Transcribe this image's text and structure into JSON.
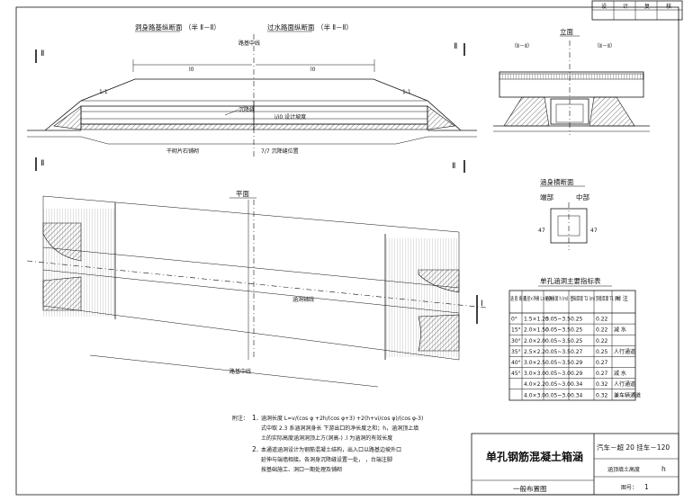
{
  "header_box": {
    "cells": [
      "设",
      "计",
      "复",
      "核"
    ]
  },
  "elevation": {
    "left_title": "洞身路基纵断面",
    "left_title_sub": "（半 Ⅱ－Ⅱ）",
    "right_title": "过水路面纵断面",
    "right_title_sub": "（半 Ⅱ－Ⅱ）",
    "section_marks": [
      "Ⅱ",
      "Ⅱ",
      "Ⅱ",
      "Ⅱ"
    ],
    "dims": [
      "l0",
      "l0"
    ],
    "slope_left": "1:1",
    "slope_right": "1:1",
    "notes": [
      "路基中线",
      "沉降缝",
      "i/i0 设计坡度",
      "干砌片石铺砌",
      "7/7 沉降缝位置"
    ]
  },
  "front_view": {
    "title": "立面",
    "left_label": "（Ⅱ－Ⅱ）",
    "right_label": "（Ⅱ－Ⅱ）"
  },
  "section_detail": {
    "title": "涵身横断面",
    "left_label": "端部",
    "right_label": "中部",
    "dims": [
      "47",
      "47"
    ]
  },
  "plan": {
    "title": "平面",
    "section_mark": "Ⅰ",
    "note": "涵洞轴线",
    "bottom_note": "路基中线"
  },
  "table": {
    "title": "单孔涵洞主要指标表",
    "headers": [
      "涵 底 坡 度",
      "孔径×净高 L×H (m)",
      "涵洞长度 h (m)",
      "基础厚度 T2 (m)",
      "顶板厚度 T1 (m)",
      "附 注"
    ],
    "rows": [
      [
        "0°",
        "1.5×1.25",
        "0.05~3.5",
        "0.25",
        "0.22",
        ""
      ],
      [
        "15°",
        "2.0×1.50",
        "0.05~3.5",
        "0.25",
        "0.22",
        "减 水"
      ],
      [
        "30°",
        "2.0×2.0",
        "0.05~3.5",
        "0.25",
        "0.22",
        ""
      ],
      [
        "35°",
        "2.5×2.2",
        "0.05~3.5",
        "0.27",
        "0.25",
        "人行通道"
      ],
      [
        "40°",
        "3.0×2.5",
        "0.05~3.5",
        "0.29",
        "0.27",
        ""
      ],
      [
        "45°",
        "3.0×3.0",
        "0.05~3.0",
        "0.29",
        "0.27",
        "减 水"
      ],
      [
        "",
        "4.0×2.2",
        "0.05~3.0",
        "0.34",
        "0.32",
        "人行通道"
      ],
      [
        "",
        "4.0×3.0",
        "0.05~3.0",
        "0.34",
        "0.32",
        "兼车辆通道"
      ]
    ]
  },
  "notes": {
    "label": "附注：",
    "line1_num": "1.",
    "line1": "涵洞长度  L=v/(cos φ +2h/(cos φ+3) +2(h+vi/cos φ)/(cos φ-3)",
    "line1b": "式中取  2.3  系涵洞洞身长     下游出口的净长度之和；h，涵洞顶上填",
    "line1c": "土的实际高度涵洞洞顶上方(洞高-)     .l  为涵洞的有效长度",
    "line2_num": "2.",
    "line2": "本通道涵洞设计为钢筋混凝土结构，出入口以路基边坡外口",
    "line2b": "延伸与端墙相接。各洞身沉降缝设置一处，        ，台端注脚",
    "line2c": "按基础施工、洞口一期处理及铺砌"
  },
  "title_block": {
    "main_title": "单孔钢筋混凝土箱涵",
    "sub_title": "一般布置图",
    "load": "汽车－超 20  挂车－120",
    "fill_label": "涵顶填土高度",
    "fill_symbol": "h",
    "sheet_label": "图号：",
    "sheet_no": "1"
  }
}
